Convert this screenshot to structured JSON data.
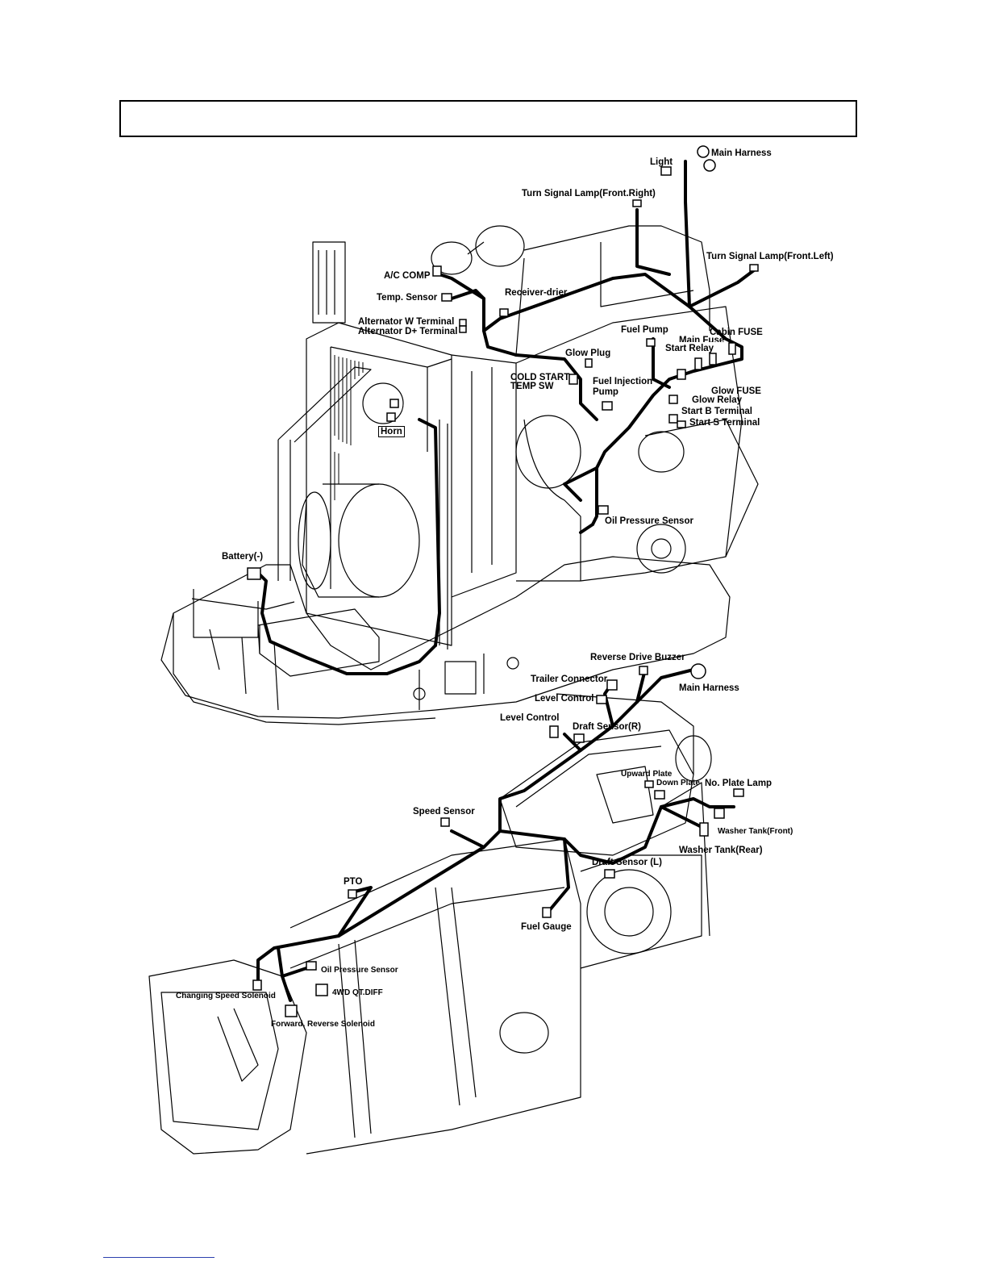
{
  "header": {
    "title": ""
  },
  "labels": {
    "main_harness_front": "Main Harness",
    "light": "Light",
    "turn_signal_right": "Turn Signal Lamp(Front.Right)",
    "turn_signal_left": "Turn Signal Lamp(Front.Left)",
    "ac_comp": "A/C COMP",
    "temp_sensor": "Temp. Sensor",
    "receiver_drier": "Receiver-drier",
    "alternator_w": "Alternator W Terminal",
    "alternator_d": "Alternator D+ Terminal",
    "fuel_pump": "Fuel Pump",
    "cabin_fuse": "Cabin FUSE",
    "main_fuse": "Main Fuse",
    "start_relay": "Start Relay",
    "glow_plug": "Glow Plug",
    "cold_start": "COLD START",
    "temp_sw": "TEMP SW",
    "fuel_injection": "Fuel Injection",
    "pump": "Pump",
    "glow_fuse": "Glow FUSE",
    "glow_relay": "Glow Relay",
    "start_b": "Start  B Terminal",
    "start_s": "Start S Terminal",
    "horn": "Horn",
    "oil_pressure_front": "Oil Pressure Sensor",
    "battery": "Battery(-)",
    "reverse_buzzer": "Reverse Drive Buzzer",
    "trailer_connector": "Trailer Connector",
    "main_harness_rear": "Main Harness",
    "level_control_1": "Level Control",
    "level_control_2": "Level Control",
    "draft_sensor_r": "Draft Sensor(R)",
    "upward_plate": "Upward Plate",
    "down_plate": "Down Plate",
    "plate_lamp": "No. Plate Lamp",
    "speed_sensor": "Speed Sensor",
    "washer_front": "Washer Tank(Front)",
    "washer_rear": "Washer Tank(Rear)",
    "draft_sensor_l": "Draft Sensor (L)",
    "pto": "PTO",
    "fuel_gauge": "Fuel Gauge",
    "oil_pressure_rear": "Oil Pressure Sensor",
    "fourwd": "4WD QT.DIFF",
    "changing_speed": "Changing Speed Solenoid",
    "fwd_rev_solenoid": "Forward, Reverse Solenoid"
  }
}
